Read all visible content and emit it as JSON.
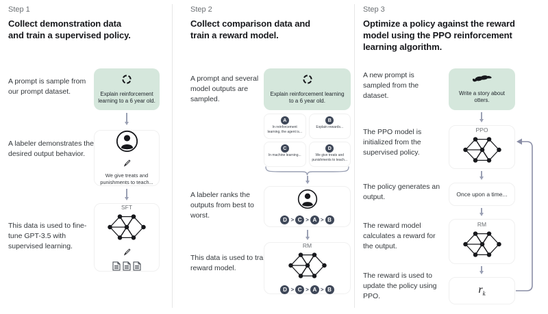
{
  "colors": {
    "green_box": "#d5e7dc",
    "ink": "#17181c",
    "step_gray": "#6b6f73",
    "body_text": "#33373b",
    "arrow": "#9aa0b4",
    "chip": "#3f4859",
    "card_border": "#f0f0f0",
    "separator": "#e6e6e6"
  },
  "steps": [
    {
      "label": "Step 1",
      "heading": "Collect demonstration data and train a supervised policy.",
      "caption_prompt": "A prompt is sample from our prompt dataset.",
      "caption_labeler": "A labeler demonstrates the desired output behavior.",
      "caption_train": "This data is used to fine-tune GPT-3.5 with supervised learning.",
      "prompt_text": "Explain reinforcement learning to a 6 year old.",
      "labeler_note": "We give treats and punishments to teach...",
      "model_label": "SFT"
    },
    {
      "label": "Step 2",
      "heading": "Collect comparison data and train a reward model.",
      "caption_prompt": "A prompt and several model outputs are sampled.",
      "caption_rank": "A labeler ranks the outputs from best to worst.",
      "caption_train": "This data is used to train our reward model.",
      "prompt_text": "Explain reinforcement learning to a 6 year old.",
      "outputs": [
        {
          "key": "A",
          "text": "In reinforcement learning, the agent is..."
        },
        {
          "key": "B",
          "text": "Explain rewards..."
        },
        {
          "key": "C",
          "text": "In machine learning..."
        },
        {
          "key": "D",
          "text": "We give treats and punishments to teach..."
        }
      ],
      "ranking": [
        "D",
        "C",
        "A",
        "B"
      ],
      "model_label": "RM"
    },
    {
      "label": "Step 3",
      "heading": "Optimize a policy against the reward model using the PPO reinforcement learning algorithm.",
      "caption_prompt": "A new prompt is sampled from the dataset.",
      "caption_init": "The PPO model is initialized from the supervised policy.",
      "caption_output": "The policy generates an output.",
      "caption_reward": "The reward model calculates a reward for the output.",
      "caption_update": "The reward is used to update the policy using PPO.",
      "prompt_text": "Write a story about otters.",
      "ppo_label": "PPO",
      "output_text": "Once upon a time...",
      "rm_label": "RM",
      "reward_base": "r",
      "reward_sub": "k"
    }
  ]
}
